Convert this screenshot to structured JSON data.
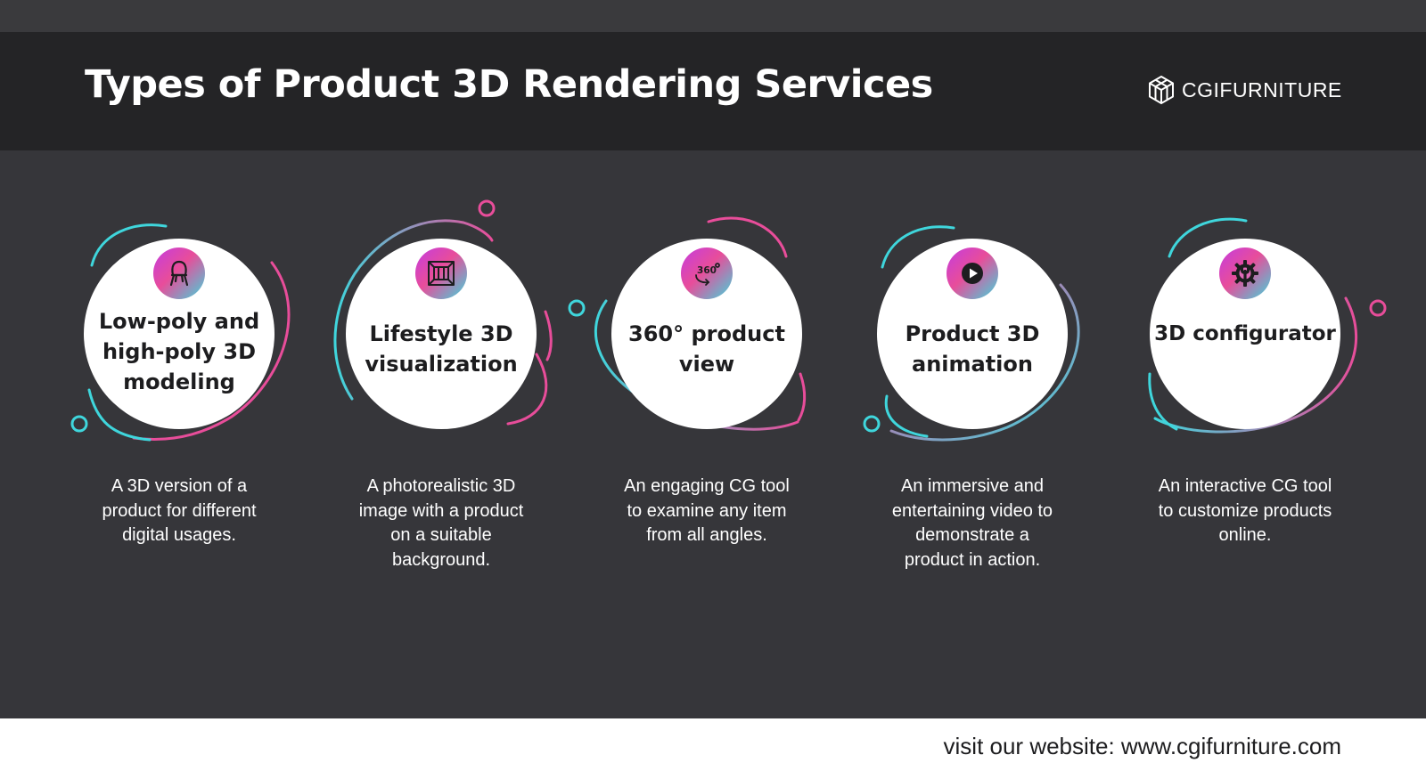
{
  "header": {
    "title": "Types of Product 3D Rendering Services",
    "brand_name": "CGIFURNITURE",
    "brand_logo_icon": "cube-outline-icon"
  },
  "services": [
    {
      "name_lines": [
        "Low-poly and",
        "high-poly 3D",
        "modeling"
      ],
      "icon": "chair-icon",
      "description_lines": [
        "A 3D version of a",
        "product for different",
        "digital usages."
      ]
    },
    {
      "name_lines": [
        "Lifestyle 3D",
        "visualization"
      ],
      "icon": "room-interior-icon",
      "description_lines": [
        "A photorealistic 3D",
        "image with a product",
        "on a suitable",
        "background."
      ]
    },
    {
      "name_lines": [
        "360° product",
        "view"
      ],
      "icon": "rotate-360-icon",
      "icon_text": "360",
      "description_lines": [
        "An engaging CG tool",
        "to examine any item",
        "from all angles."
      ]
    },
    {
      "name_lines": [
        "Product 3D",
        "animation"
      ],
      "icon": "play-icon",
      "description_lines": [
        "An immersive and",
        "entertaining video to",
        "demonstrate a",
        "product in action."
      ]
    },
    {
      "name_lines": [
        "3D configurator"
      ],
      "icon": "gear-wrench-icon",
      "description_lines": [
        "An interactive CG tool",
        "to customize products",
        "online."
      ]
    }
  ],
  "footer": {
    "text": "visit our website: www.cgifurniture.com"
  },
  "colors": {
    "background": "#36363a",
    "header": "#242426",
    "accent_teal": "#3fd6dc",
    "accent_pink": "#e84d9a",
    "accent_purple": "#c43ce0"
  }
}
